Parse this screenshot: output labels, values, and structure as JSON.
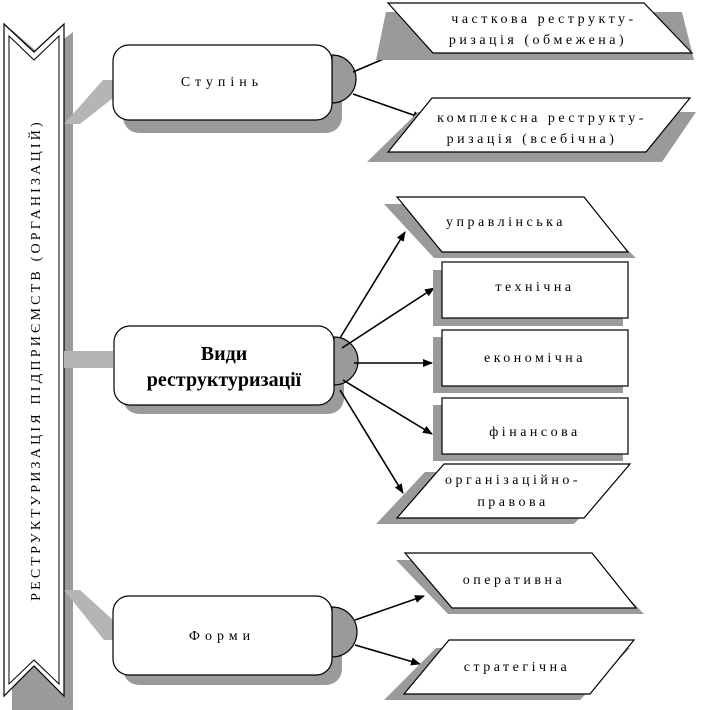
{
  "banner": {
    "text": "РЕСТРУКТУРИЗАЦІЯ ПІДПРИЄМСТВ (ОРГАНІЗАЦІЙ)"
  },
  "groups": {
    "degree": {
      "label": "Ступінь",
      "items": [
        {
          "line1": "часткова реструкту-",
          "line2": "ризація (обмежена)"
        },
        {
          "line1": "комплексна реструкту-",
          "line2": "ризація (всебічна)"
        }
      ]
    },
    "types": {
      "label_line1": "Види",
      "label_line2": "реструктуризації",
      "items": [
        {
          "line1": "управлінська"
        },
        {
          "line1": "технічна"
        },
        {
          "line1": "економічна"
        },
        {
          "line1": "фінансова"
        },
        {
          "line1": "організаційно-",
          "line2": "правова"
        }
      ]
    },
    "forms": {
      "label": "Форми",
      "items": [
        {
          "line1": "оперативна"
        },
        {
          "line1": "стратегічна"
        }
      ]
    }
  },
  "colors": {
    "shadow": "#9a9a9a",
    "connector": "#b5b5b5",
    "knob": "#9a9a9a",
    "stroke": "#000000",
    "fill": "#ffffff"
  }
}
